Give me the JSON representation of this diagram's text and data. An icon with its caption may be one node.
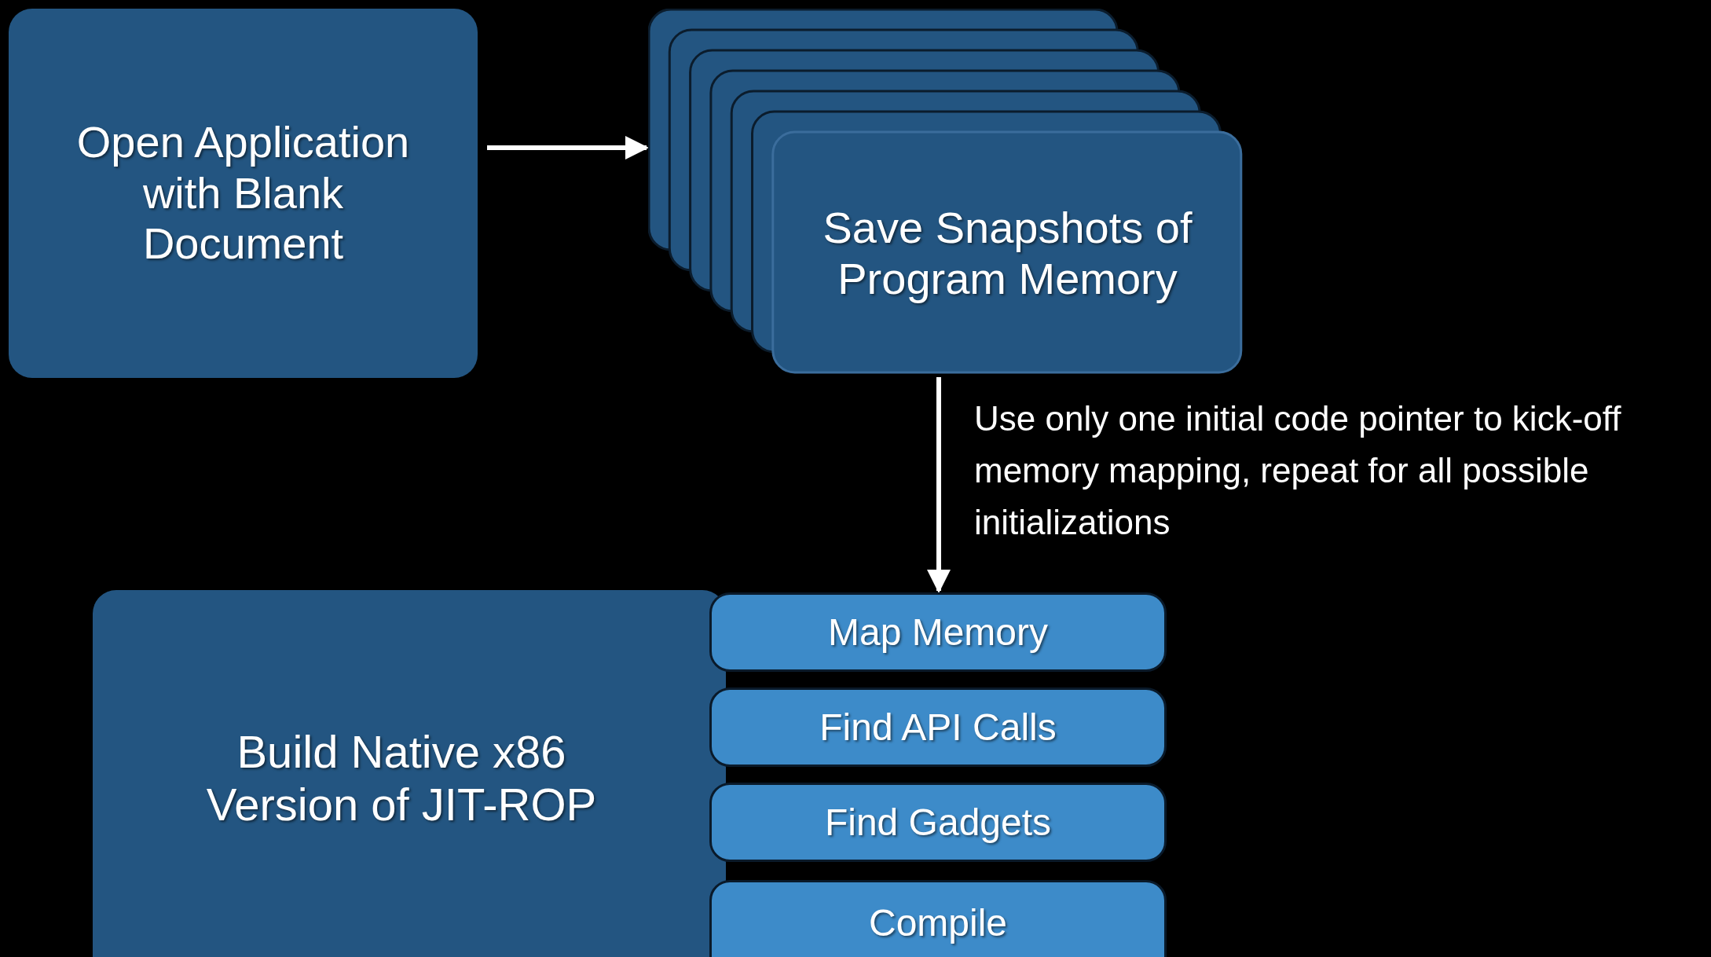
{
  "diagram": {
    "nodes": [
      {
        "text": [
          "Open Application with Blank Document"
        ]
      },
      {
        "text": [
          "Save Snapshots of Program Memory"
        ]
      },
      {
        "text": [
          "Build Native x86 Version of JIT-ROP"
        ]
      },
      {
        "text": [
          "Map Memory"
        ]
      },
      {
        "text": [
          "Find API Calls"
        ]
      },
      {
        "text": [
          "Find Gadgets"
        ]
      },
      {
        "text": [
          "Compile"
        ]
      }
    ],
    "edges": [
      {
        "from": 0,
        "to": 1,
        "arrow": "to"
      },
      {
        "from": 1,
        "to": 3,
        "arrow": "to",
        "label": "Use only one initial code pointer to kick-off memory mapping, repeat for all possible initializations"
      }
    ]
  }
}
